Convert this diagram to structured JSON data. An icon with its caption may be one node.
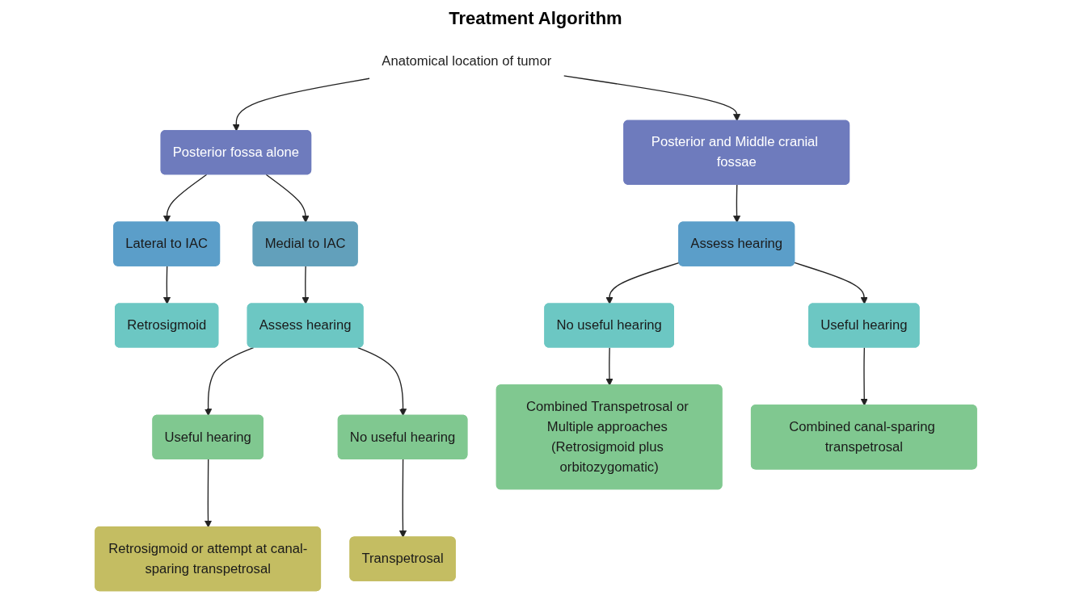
{
  "diagram": {
    "title": "Treatment Algorithm",
    "nodes": [
      {
        "text": [
          "Anatomical location of tumor"
        ]
      },
      {
        "text": [
          "Posterior fossa alone"
        ]
      },
      {
        "text": [
          "Posterior and Middle cranial fossae"
        ]
      },
      {
        "text": [
          "Lateral to IAC"
        ]
      },
      {
        "text": [
          "Medial to IAC"
        ]
      },
      {
        "text": [
          "Assess hearing"
        ]
      },
      {
        "text": [
          "Retrosigmoid"
        ]
      },
      {
        "text": [
          "Assess hearing"
        ]
      },
      {
        "text": [
          "No useful hearing"
        ]
      },
      {
        "text": [
          "Useful hearing"
        ]
      },
      {
        "text": [
          "Useful hearing"
        ]
      },
      {
        "text": [
          "No useful hearing"
        ]
      },
      {
        "text": [
          "Combined Transpetrosal or Multiple approaches (Retrosigmoid plus orbitozygomatic)"
        ]
      },
      {
        "text": [
          "Combined canal-sparing transpetrosal"
        ]
      },
      {
        "text": [
          "Retrosigmoid or attempt at canal-sparing transpetrosal"
        ]
      },
      {
        "text": [
          "Transpetrosal"
        ]
      }
    ],
    "edges": [
      {
        "from": 0,
        "to": 1,
        "arrow": "to"
      },
      {
        "from": 0,
        "to": 2,
        "arrow": "to"
      },
      {
        "from": 1,
        "to": 3,
        "arrow": "to"
      },
      {
        "from": 1,
        "to": 4,
        "arrow": "to"
      },
      {
        "from": 2,
        "to": 5,
        "arrow": "to"
      },
      {
        "from": 3,
        "to": 6,
        "arrow": "to"
      },
      {
        "from": 4,
        "to": 7,
        "arrow": "to"
      },
      {
        "from": 5,
        "to": 8,
        "arrow": "to"
      },
      {
        "from": 5,
        "to": 9,
        "arrow": "to"
      },
      {
        "from": 7,
        "to": 10,
        "arrow": "to"
      },
      {
        "from": 7,
        "to": 11,
        "arrow": "to"
      },
      {
        "from": 8,
        "to": 12,
        "arrow": "to"
      },
      {
        "from": 9,
        "to": 13,
        "arrow": "to"
      },
      {
        "from": 10,
        "to": 14,
        "arrow": "to"
      },
      {
        "from": 11,
        "to": 15,
        "arrow": "to"
      }
    ]
  }
}
